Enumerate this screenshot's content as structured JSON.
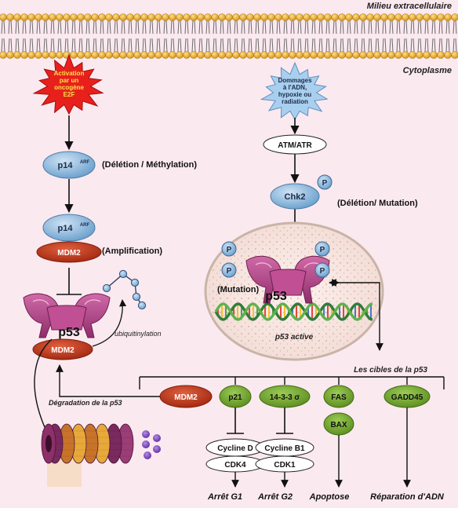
{
  "labels": {
    "milieu": "Milieu extracellulaire",
    "cytoplasme": "Cytoplasme",
    "activation": [
      "Activation",
      "par un",
      "oncogène",
      "E2F"
    ],
    "dommages": [
      "Dommages",
      "à l'ADN,",
      "hypoxie ou",
      "radiation"
    ],
    "atm": "ATM/ATR",
    "chk2": "Chk2",
    "p": "P",
    "deletion_mutation": "(Délétion/ Mutation)",
    "p14": "p14",
    "arf": "ARF",
    "deletion_methylation": "(Délétion / Méthylation)",
    "mdm2": "MDM2",
    "amplification": "(Amplification)",
    "p53": "p53",
    "ubiquitinylation": "ubiquitinylation",
    "mutation": "(Mutation)",
    "p53_active": "p53 active",
    "cibles": "Les cibles de la p53",
    "degradation": "Dégradation de la p53"
  },
  "targets": {
    "mdm2": "MDM2",
    "p21": "p21",
    "sigma": "14-3-3 σ",
    "fas": "FAS",
    "gadd45": "GADD45",
    "bax": "BAX",
    "cycline_d": "Cycline D",
    "cdk4": "CDK4",
    "cycline_b1": "Cycline B1",
    "cdk1": "CDK1"
  },
  "outcomes": {
    "g1": "Arrêt G1",
    "g2": "Arrêt G2",
    "apoptose": "Apoptose",
    "reparation": "Réparation d'ADN"
  },
  "colors": {
    "background": "#fbe9f0",
    "blue_node": "#8ab8dc",
    "mdm2_red": "#c0391b",
    "target_green": "#74a532",
    "membrane": "#e8b13a",
    "p53_magenta": "#b33f86",
    "starburst_red": "#e8201c",
    "starburst_blue": "#a9cfee",
    "proteasome_purple": "#7a2a5e",
    "ubiquitin_blue": "#4d80b5"
  }
}
